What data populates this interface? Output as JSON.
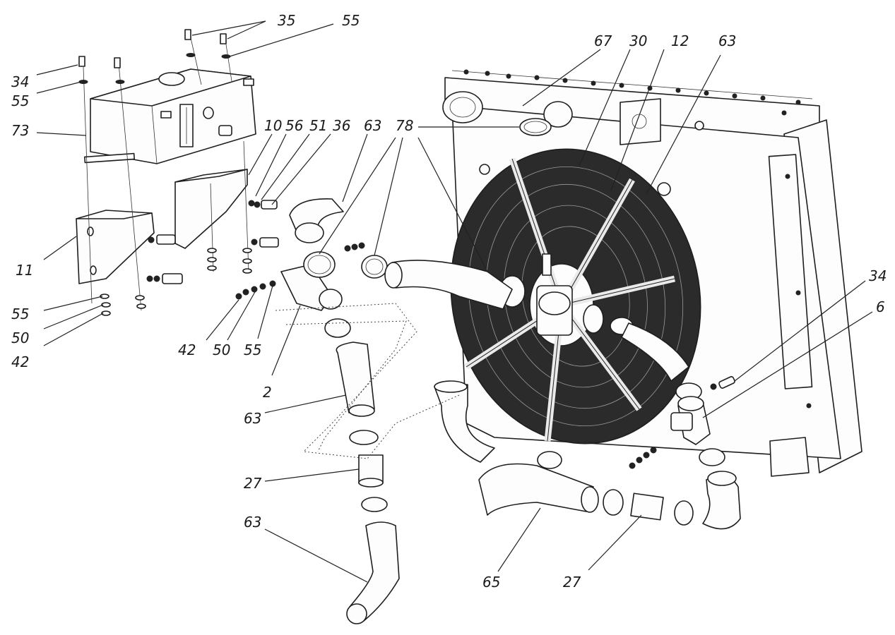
{
  "callouts": [
    {
      "id": "c35",
      "text": "35"
    },
    {
      "id": "c55a",
      "text": "55"
    },
    {
      "id": "c34a",
      "text": "34"
    },
    {
      "id": "c55b",
      "text": "55"
    },
    {
      "id": "c73",
      "text": "73"
    },
    {
      "id": "c10",
      "text": "10"
    },
    {
      "id": "c56",
      "text": "56"
    },
    {
      "id": "c51",
      "text": "51"
    },
    {
      "id": "c36",
      "text": "36"
    },
    {
      "id": "c63a",
      "text": "63"
    },
    {
      "id": "c78",
      "text": "78"
    },
    {
      "id": "c67",
      "text": "67"
    },
    {
      "id": "c30",
      "text": "30"
    },
    {
      "id": "c12",
      "text": "12"
    },
    {
      "id": "c63b",
      "text": "63"
    },
    {
      "id": "c11",
      "text": "11"
    },
    {
      "id": "c55c",
      "text": "55"
    },
    {
      "id": "c50a",
      "text": "50"
    },
    {
      "id": "c42a",
      "text": "42"
    },
    {
      "id": "c42b",
      "text": "42"
    },
    {
      "id": "c50b",
      "text": "50"
    },
    {
      "id": "c55d",
      "text": "55"
    },
    {
      "id": "c2",
      "text": "2"
    },
    {
      "id": "c63c",
      "text": "63"
    },
    {
      "id": "c27a",
      "text": "27"
    },
    {
      "id": "c63d",
      "text": "63"
    },
    {
      "id": "c34b",
      "text": "34"
    },
    {
      "id": "c6",
      "text": "6"
    },
    {
      "id": "c65",
      "text": "65"
    },
    {
      "id": "c27b",
      "text": "27"
    }
  ]
}
